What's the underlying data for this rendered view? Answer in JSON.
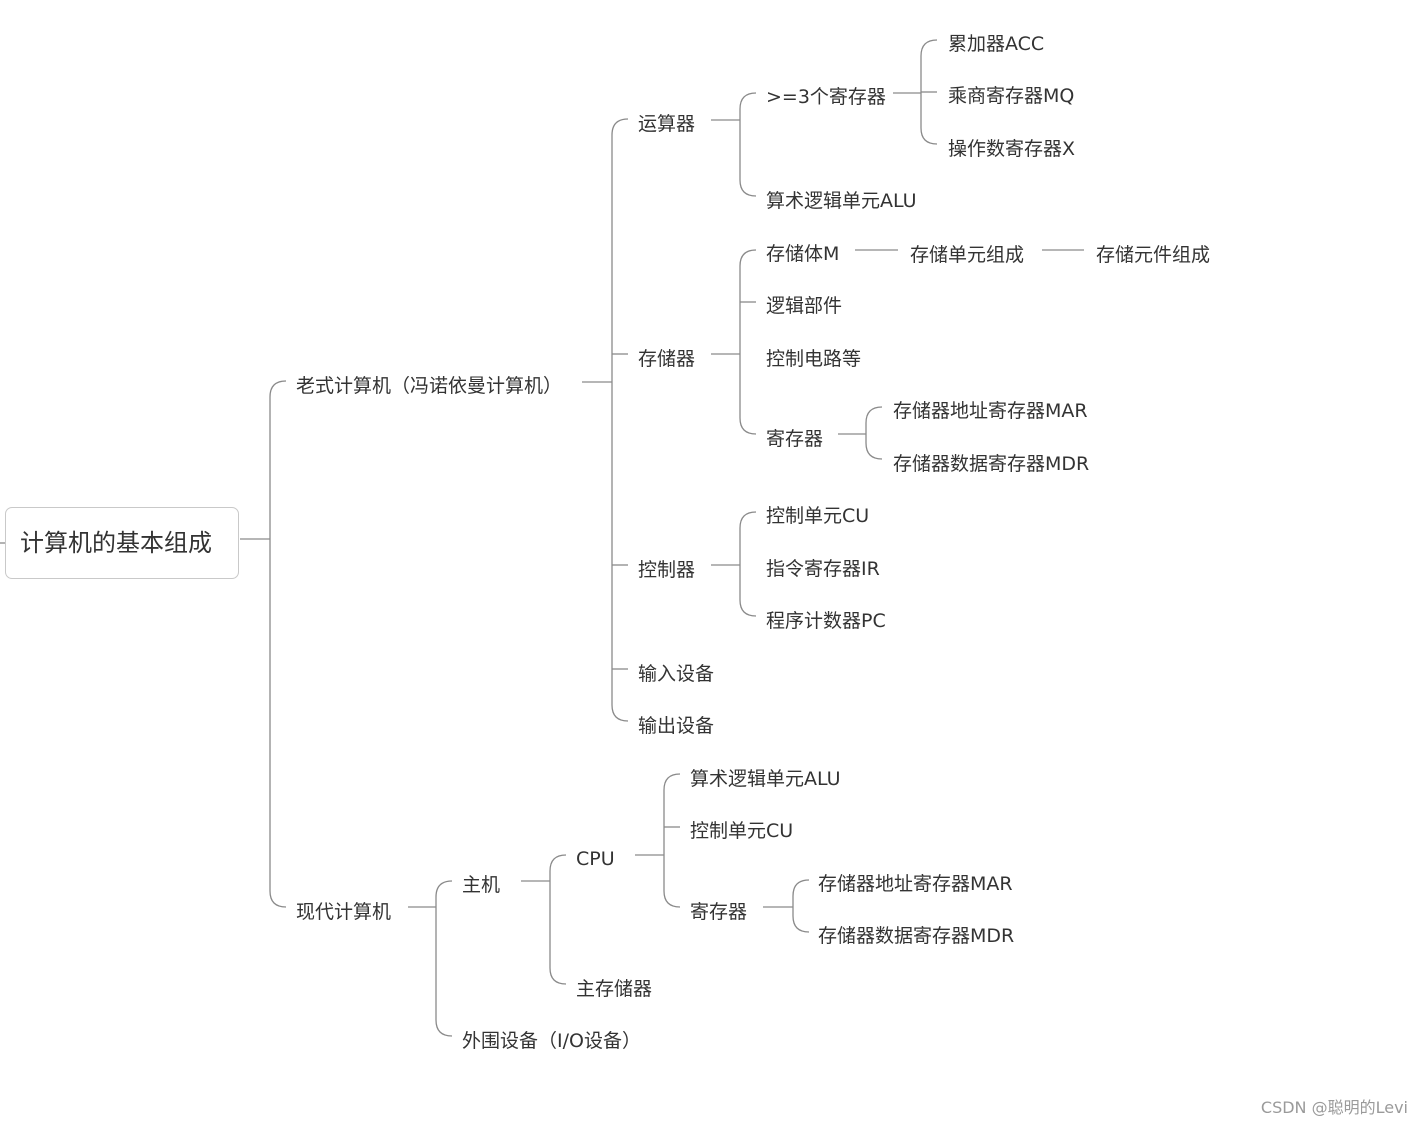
{
  "mindmap": {
    "root": "计算机的基本组成",
    "old_computer": {
      "label": "老式计算机（冯诺依曼计算机）",
      "alu": {
        "label": "运算器",
        "registers": {
          "label": ">=3个寄存器",
          "items": [
            "累加器ACC",
            "乘商寄存器MQ",
            "操作数寄存器X"
          ]
        },
        "alu_unit": "算术逻辑单元ALU"
      },
      "memory": {
        "label": "存储器",
        "body": "存储体M",
        "cell": "存储单元组成",
        "element": "存储元件组成",
        "logic": "逻辑部件",
        "circuit": "控制电路等",
        "registers": {
          "label": "寄存器",
          "items": [
            "存储器地址寄存器MAR",
            "存储器数据寄存器MDR"
          ]
        }
      },
      "controller": {
        "label": "控制器",
        "items": [
          "控制单元CU",
          "指令寄存器IR",
          "程序计数器PC"
        ]
      },
      "input": "输入设备",
      "output": "输出设备"
    },
    "modern_computer": {
      "label": "现代计算机",
      "host": {
        "label": "主机",
        "cpu": {
          "label": "CPU",
          "alu": "算术逻辑单元ALU",
          "cu": "控制单元CU",
          "registers": {
            "label": "寄存器",
            "items": [
              "存储器地址寄存器MAR",
              "存储器数据寄存器MDR"
            ]
          }
        },
        "main_memory": "主存储器"
      },
      "peripherals": "外围设备（I/O设备）"
    }
  },
  "watermark": "CSDN @聪明的Levi"
}
